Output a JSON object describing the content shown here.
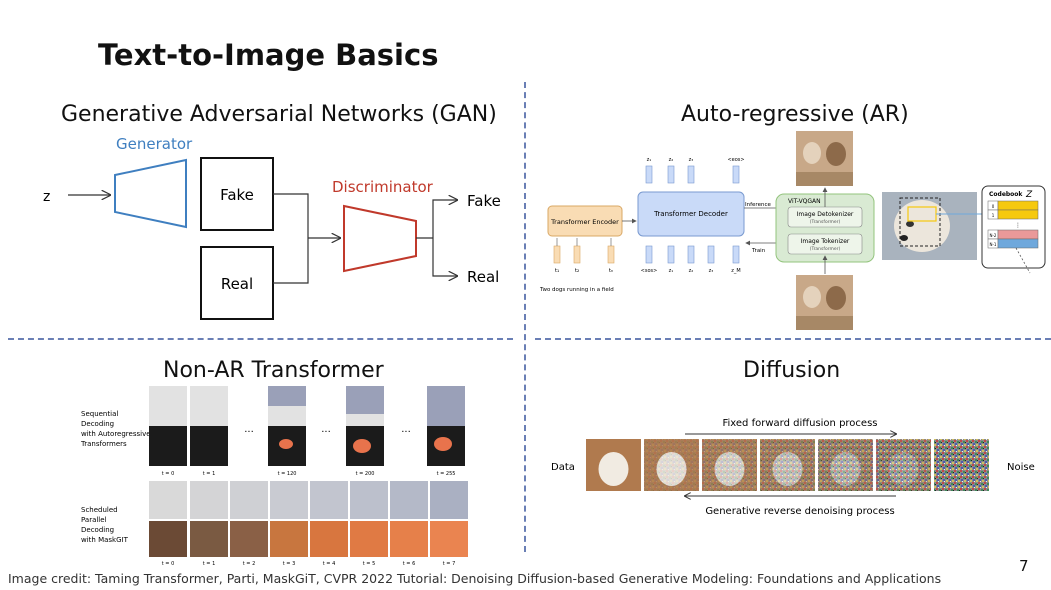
{
  "slide": {
    "title": "Text-to-Image Basics",
    "page_number": "7",
    "caption": "Image credit: Taming Transformer, Parti, MaskGiT, CVPR 2022 Tutorial: Denoising Diffusion-based Generative Modeling: Foundations and Applications"
  },
  "gan": {
    "title": "Generative Adversarial Networks (GAN)",
    "generator_label": "Generator",
    "z_label": "z",
    "fake_box": "Fake",
    "real_box": "Real",
    "discriminator_label": "Discriminator",
    "out_fake": "Fake",
    "out_real": "Real",
    "colors": {
      "generator": "#3f7fc0",
      "discriminator": "#c0392b"
    }
  },
  "ar": {
    "title": "Auto-regressive (AR)",
    "encoder": "Transformer Encoder",
    "decoder": "Transformer Decoder",
    "vit_vqgan": "ViT-VQGAN",
    "detokenizer": "Image Detokenizer",
    "detokenizer_sub": "(Transformer)",
    "tokenizer": "Image Tokenizer",
    "tokenizer_sub": "(Transformer)",
    "inference": "Inference",
    "train": "Train",
    "prompt": "Two dogs running in a field",
    "codebook": "Codebook",
    "enc_tokens": [
      "t₁",
      "t₂",
      "tₙ"
    ],
    "dec_inputs": [
      "<sos>",
      "z₁",
      "z₂",
      "z₃",
      "z_M"
    ],
    "dec_outputs": [
      "z₁",
      "z₂",
      "z₃",
      "<eos>"
    ],
    "codebook_rows": [
      "0",
      "1",
      "N-2",
      "N-1"
    ],
    "colors": {
      "encoder": "#f9dcb4",
      "decoder": "#c9daf8",
      "vqgan": "#d9ead3",
      "codebook_yellow": "#f6c90e",
      "codebook_pink": "#ea9999",
      "codebook_blue": "#6fa8dc"
    }
  },
  "nonar": {
    "title": "Non-AR Transformer",
    "row1_label": [
      "Sequential",
      "Decoding",
      "with Autoregressive",
      "Transformers"
    ],
    "row2_label": [
      "Scheduled",
      "Parallel",
      "Decoding",
      "with MaskGIT"
    ],
    "row1_steps": [
      "t = 0",
      "t = 1",
      "t = 120",
      "t = 200",
      "t = 255"
    ],
    "row2_steps": [
      "t = 0",
      "t = 1",
      "t = 2",
      "t = 3",
      "t = 4",
      "t = 5",
      "t = 6",
      "t = 7"
    ],
    "ellipsis": "..."
  },
  "diffusion": {
    "title": "Diffusion",
    "forward": "Fixed forward diffusion process",
    "reverse": "Generative reverse denoising process",
    "data_label": "Data",
    "noise_label": "Noise",
    "noise_levels": [
      0,
      0.15,
      0.3,
      0.45,
      0.6,
      0.75,
      1.0
    ]
  }
}
